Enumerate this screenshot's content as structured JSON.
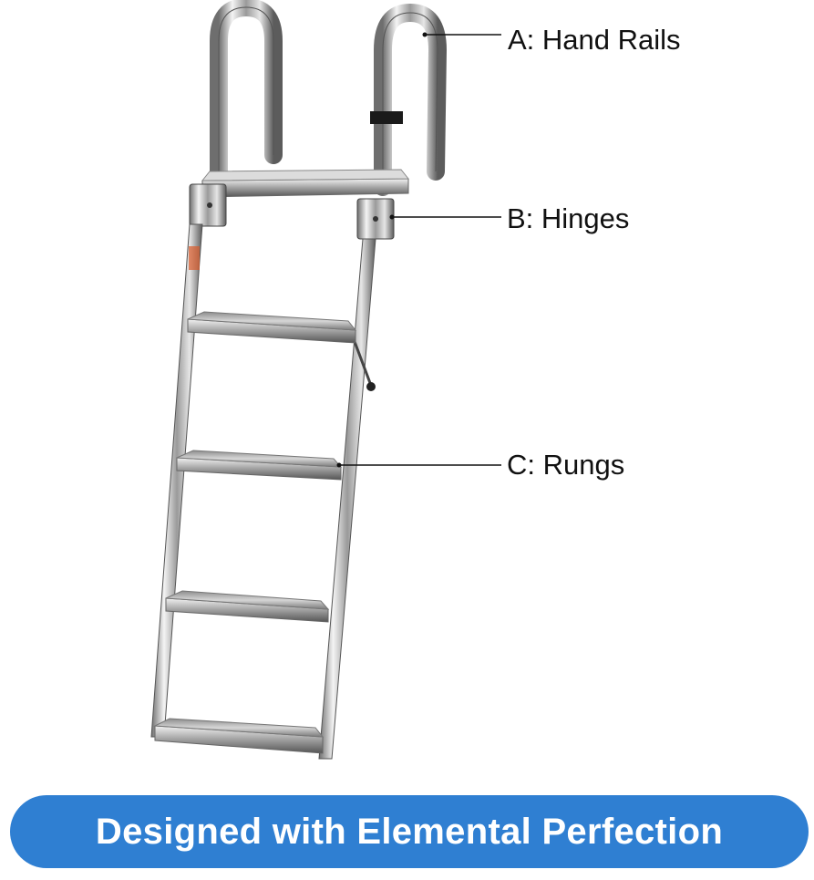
{
  "callouts": {
    "a": "A: Hand Rails",
    "b": "B: Hinges",
    "c": "C: Rungs"
  },
  "banner": {
    "text": "Designed with Elemental Perfection",
    "color": "#2f7fd2"
  },
  "illustration": {
    "subject": "stainless steel telescoping ladder",
    "rung_count": 4
  }
}
